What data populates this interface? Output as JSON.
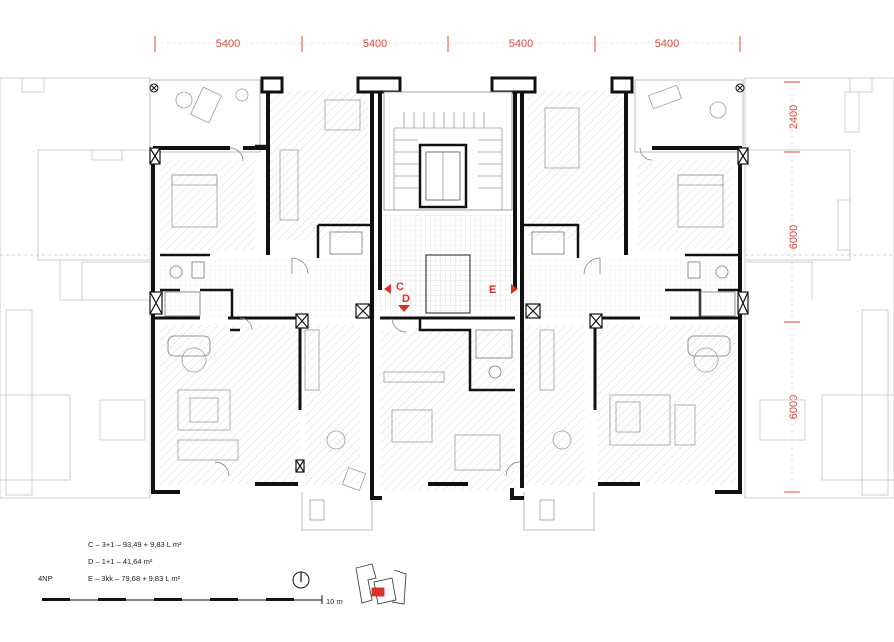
{
  "dimensions": {
    "top": [
      "5400",
      "5400",
      "5400",
      "5400"
    ],
    "right": [
      "2400",
      "6000",
      "6000"
    ]
  },
  "markers": {
    "c": "C",
    "d": "D",
    "e": "E"
  },
  "legend": [
    "C – 3+1 – 93,49 + 9,83 L m²",
    "D – 1+1 – 41,64 m²",
    "E – 3kk – 79,68 + 9,83 L m²"
  ],
  "floor_label": "4NP",
  "scale_label": "10 m",
  "colors": {
    "accent": "#d9322b",
    "wall": "#111111",
    "ghost": "#c8c8c8"
  }
}
